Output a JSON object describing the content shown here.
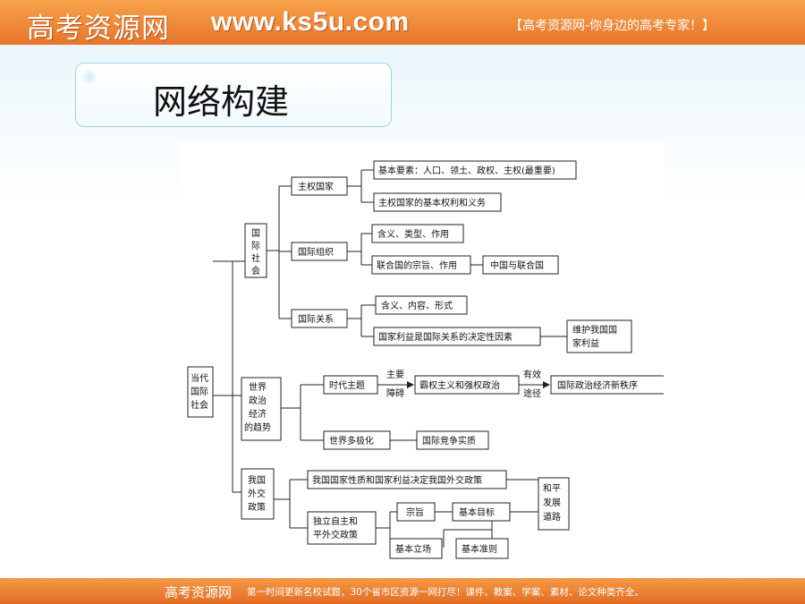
{
  "header": {
    "brand": "高考资源网",
    "url": "www.ks5u.com",
    "slogan": "【高考资源网-你身边的高考专家！】"
  },
  "title": "网络构建",
  "diagram": {
    "root": [
      "当代",
      "国际",
      "社会"
    ],
    "branch1": {
      "label": [
        "国",
        "际",
        "社",
        "会"
      ],
      "guojia": "主权国家",
      "guojia_item1": "基本要素：人口、领土、政权、主权(最重要)",
      "guojia_item2": "主权国家的基本权利和义务",
      "zuzhi": "国际组织",
      "zuzhi_item1": "含义、类型、作用",
      "zuzhi_item2": "联合国的宗旨、作用",
      "zuzhi_item3": "中国与联合国",
      "guanxi": "国际关系",
      "guanxi_item1": "含义、内容、形式",
      "guanxi_item2": "国家利益是国际关系的决定性因素",
      "guanxi_item3": [
        "维护我国国",
        "家利益"
      ]
    },
    "branch2": {
      "label": [
        "世界",
        "政治",
        "经济",
        "的趋势"
      ],
      "shidai": "时代主题",
      "arrow1": [
        "主要",
        "障碍"
      ],
      "baquan": "霸权主义和强权政治",
      "arrow2": [
        "有效",
        "途径"
      ],
      "xinzhixu": "国际政治经济新秩序",
      "duojihua": "世界多极化",
      "jingzheng": "国际竞争实质"
    },
    "branch3": {
      "label": [
        "我国",
        "外交",
        "政策"
      ],
      "juece": "我国国家性质和国家利益决定我国外交政策",
      "duli": [
        "独立自主和",
        "平外交政策"
      ],
      "zongzhi": "宗旨",
      "mubiao": "基本目标",
      "lichang": "基本立场",
      "zhunze": "基本准则",
      "heping": [
        "和平",
        "发展",
        "道路"
      ]
    }
  },
  "footer": {
    "brand": "高考资源网",
    "text": "第一时间更新名校试题，30个省市区资源一网打尽！课件、教案、学案、素材、论文种类齐全。"
  }
}
